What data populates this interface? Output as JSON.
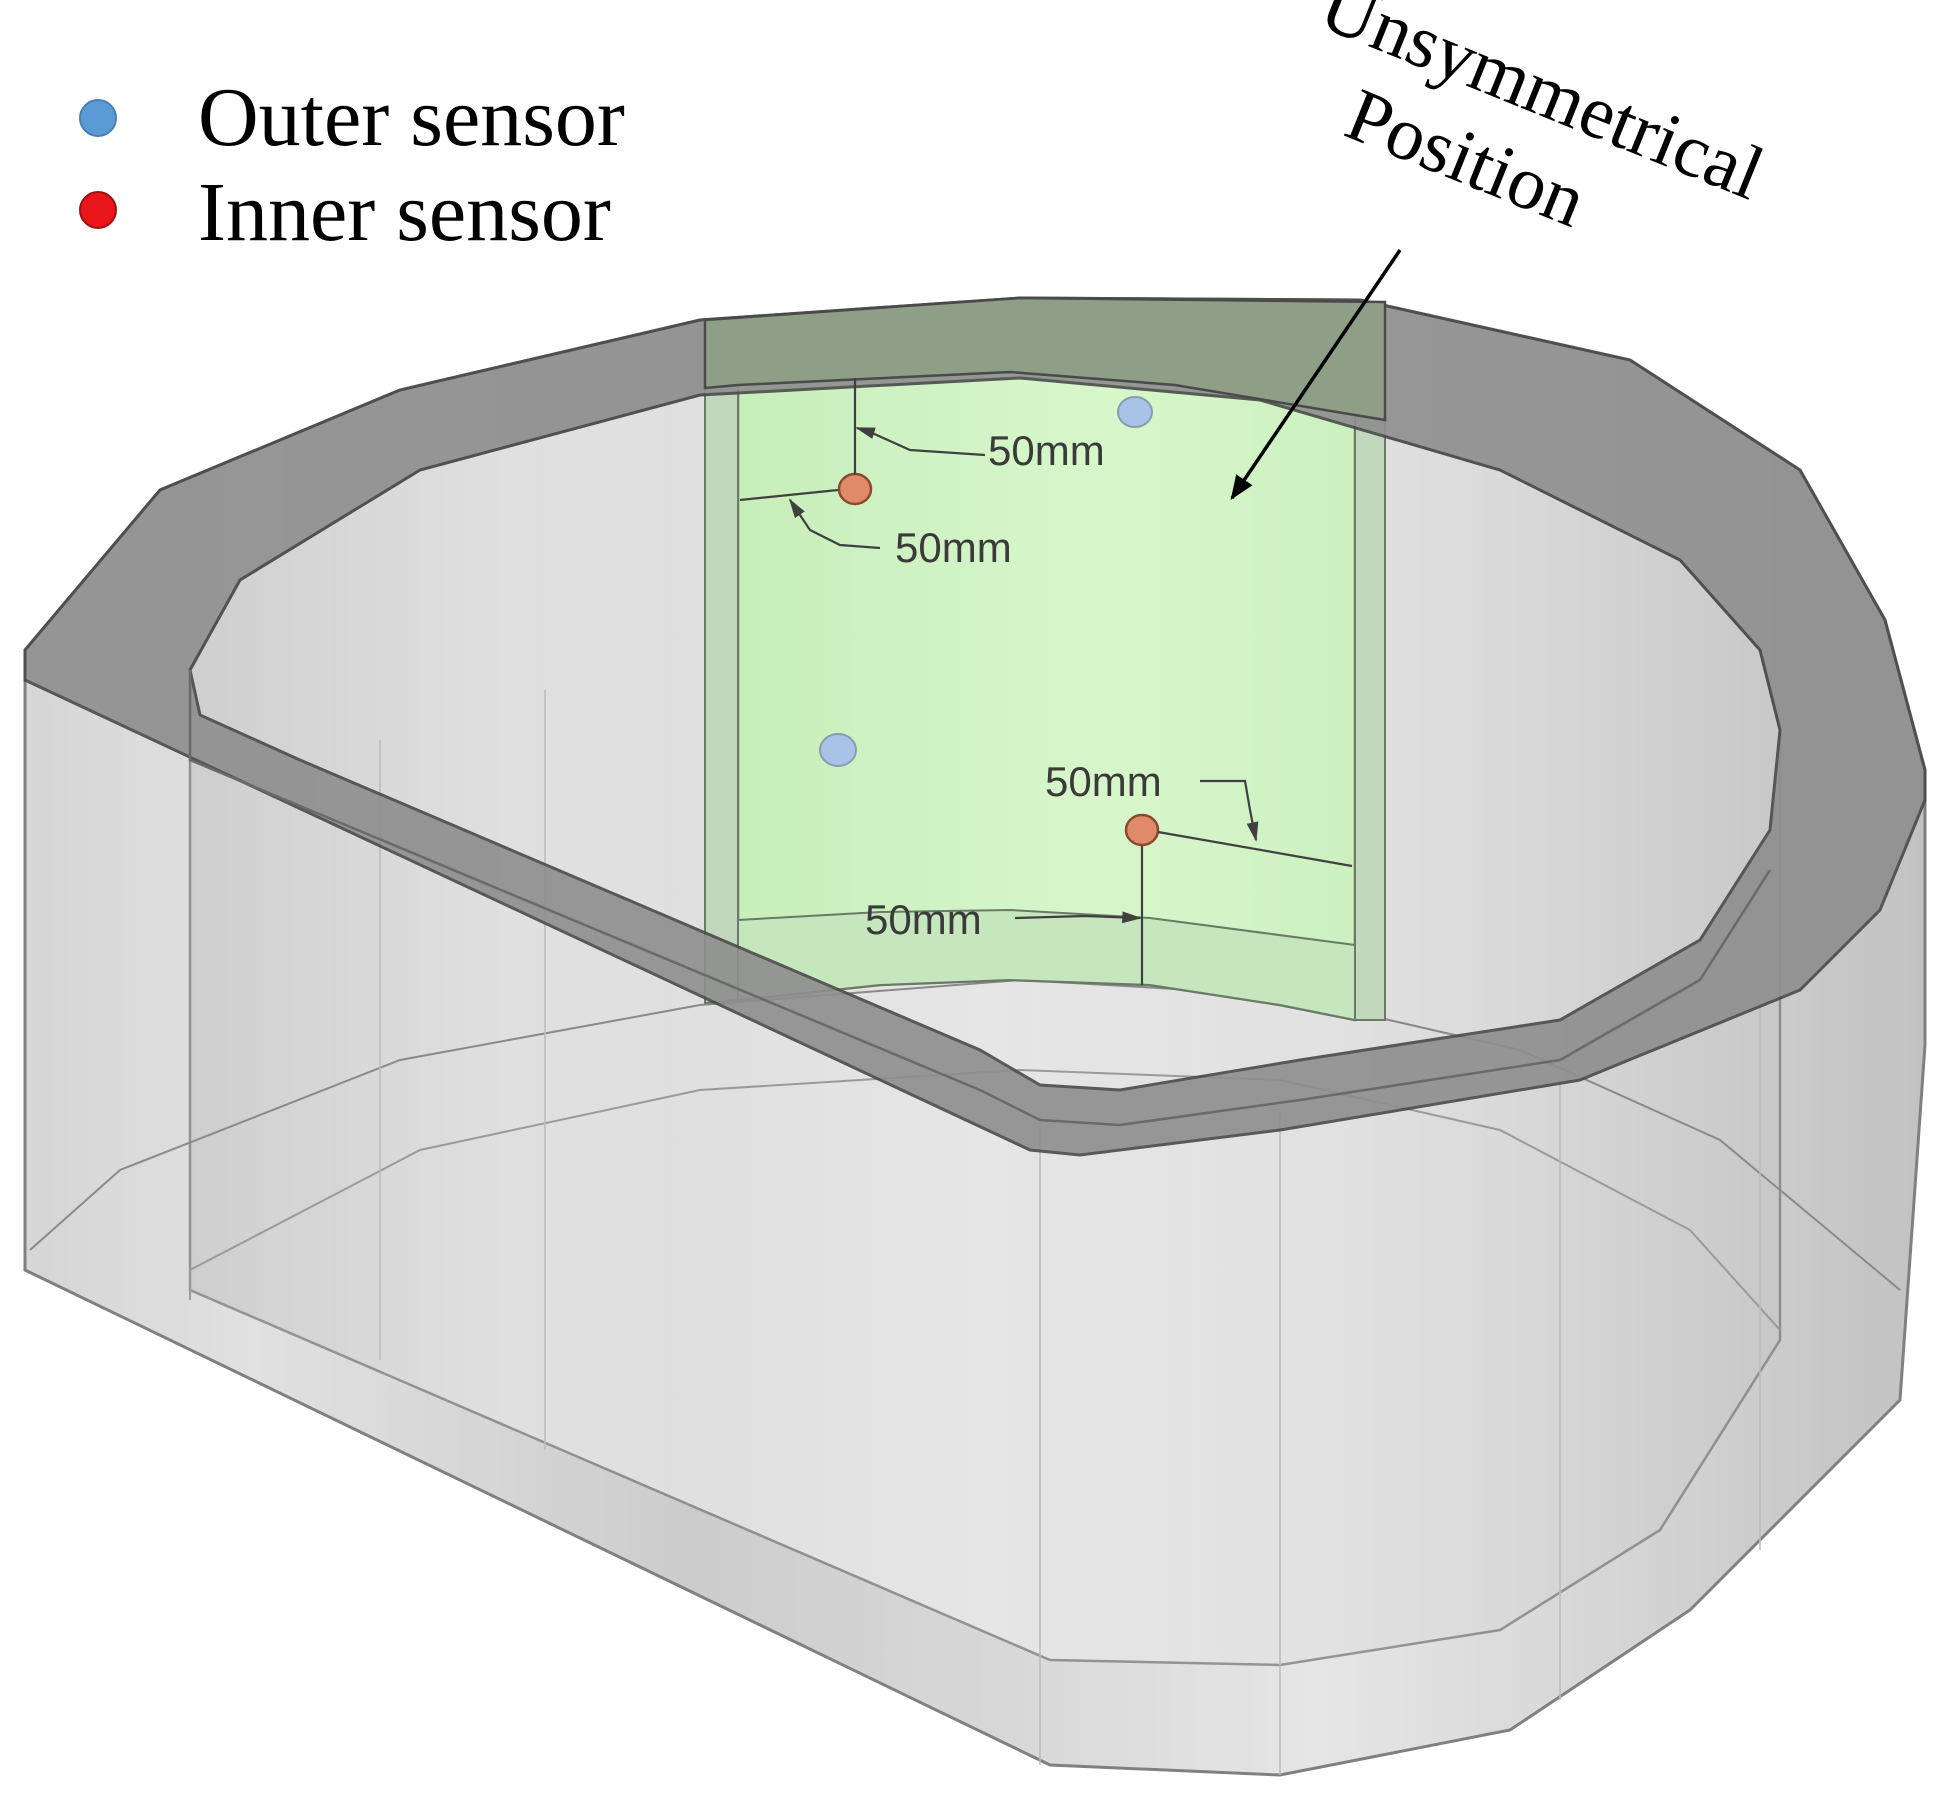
{
  "legend": {
    "items": [
      {
        "label": "Outer sensor",
        "color": "#5b9bd5",
        "icon": "outer-sensor-dot-icon"
      },
      {
        "label": "Inner sensor",
        "color": "#e8151b",
        "icon": "inner-sensor-dot-icon"
      }
    ]
  },
  "annotation": {
    "line1": "Unsymmetrical",
    "line2": "Position"
  },
  "dimensions": {
    "top_vertical": "50mm",
    "top_horizontal": "50mm",
    "bottom_right": "50mm",
    "bottom_vertical": "50mm"
  },
  "colors": {
    "ring_top": "#8a8a8a",
    "ring_side": "#cfcfcf",
    "panel_green": "#d5f5c8",
    "outer_sensor_marker": "#a9c3e6",
    "inner_sensor_marker": "#e08a6a"
  }
}
